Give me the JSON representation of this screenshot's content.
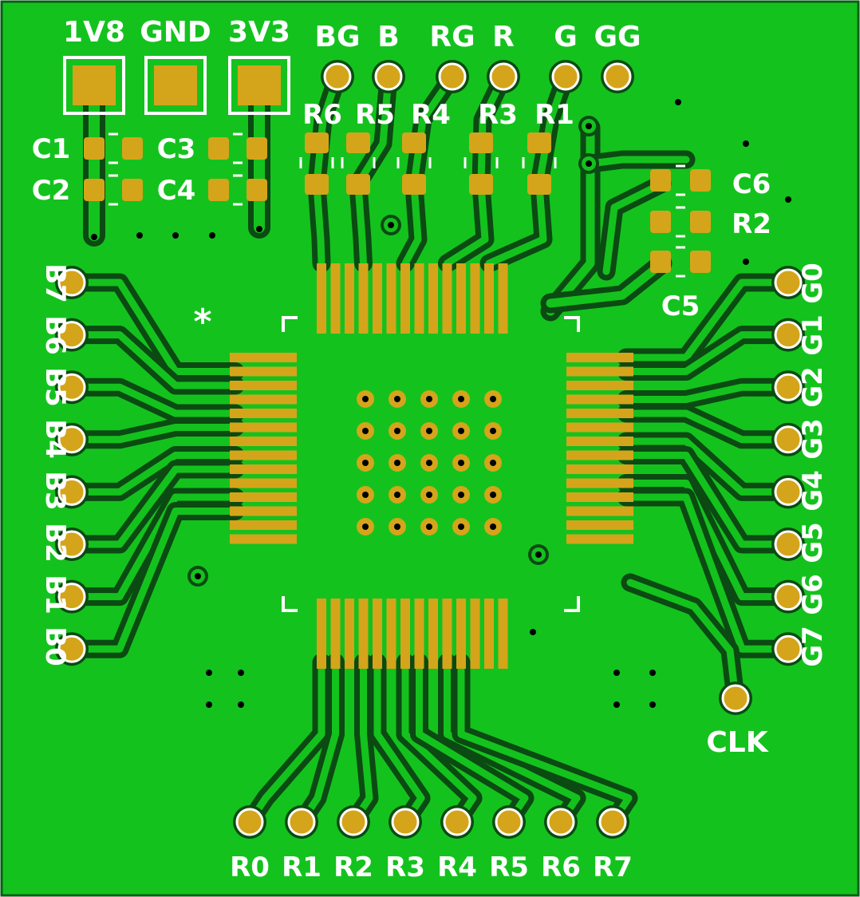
{
  "colors": {
    "board": "#0a6e1f",
    "copper": "#14c21e",
    "clearance": "#0b4a12",
    "pad": "#d4a51a",
    "silk": "#ffffff",
    "drill": "#000000"
  },
  "power_labels": [
    "1V8",
    "GND",
    "3V3"
  ],
  "top_pin_labels": [
    "BG",
    "B",
    "RG",
    "R",
    "G",
    "GG"
  ],
  "resistor_top_labels": [
    "R6",
    "R5",
    "R4",
    "R3",
    "R1"
  ],
  "cap_left_labels": [
    "C1",
    "C2"
  ],
  "cap_mid_labels": [
    "C3",
    "C4"
  ],
  "right_parts": {
    "c6": "C6",
    "r2": "R2",
    "c5": "C5"
  },
  "left_pin_labels": [
    "B7",
    "B6",
    "B5",
    "B4",
    "B3",
    "B2",
    "B1",
    "B0"
  ],
  "right_pin_labels": [
    "G0",
    "G1",
    "G2",
    "G3",
    "G4",
    "G5",
    "G6",
    "G7"
  ],
  "bottom_pin_labels": [
    "R0",
    "R1",
    "R2",
    "R3",
    "R4",
    "R5",
    "R6",
    "R7"
  ],
  "clk_label": "CLK",
  "pin1_marker": "*"
}
